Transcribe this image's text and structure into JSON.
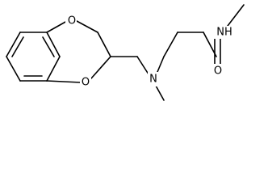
{
  "molecule": {
    "bond_color": "#000000",
    "background": "#ffffff",
    "atoms": {
      "o_ring_top": "O",
      "o_ring_bottom": "O",
      "n_tertiary": "N",
      "o_carbonyl": "O",
      "nh_amide": "NH"
    }
  }
}
